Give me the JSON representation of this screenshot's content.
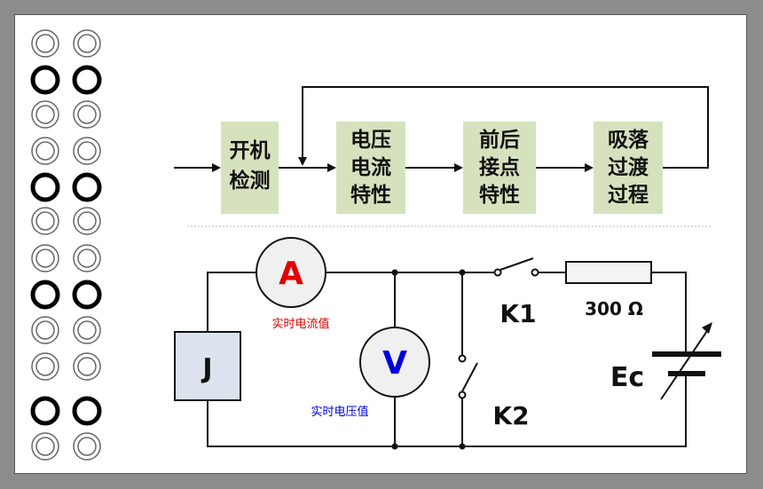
{
  "flow": {
    "blocks": [
      {
        "id": "power-check",
        "lines": [
          "开机",
          "检测"
        ]
      },
      {
        "id": "voltage-current",
        "lines": [
          "电压",
          "电流",
          "特性"
        ]
      },
      {
        "id": "contact",
        "lines": [
          "前后",
          "接点",
          "特性"
        ]
      },
      {
        "id": "pickup",
        "lines": [
          "吸落",
          "过渡",
          "过程"
        ]
      }
    ]
  },
  "circuit": {
    "relay_label": "J",
    "ammeter_symbol": "A",
    "ammeter_caption": "实时电流值",
    "voltmeter_symbol": "V",
    "voltmeter_caption": "实时电压值",
    "switch1_label": "K1",
    "switch2_label": "K2",
    "resistor_label": "300 Ω",
    "source_label": "Ec"
  },
  "colors": {
    "ammeter_symbol": "#e00000",
    "ammeter_caption": "#e00000",
    "voltmeter_symbol": "#0000e0",
    "voltmeter_caption": "#0000e0",
    "block_fill": "#d6e2bd"
  },
  "side_indicators": {
    "rows": [
      "idle",
      "active",
      "idle",
      "idle",
      "active",
      "idle",
      "idle",
      "active",
      "idle",
      "idle",
      "active",
      "idle"
    ]
  }
}
